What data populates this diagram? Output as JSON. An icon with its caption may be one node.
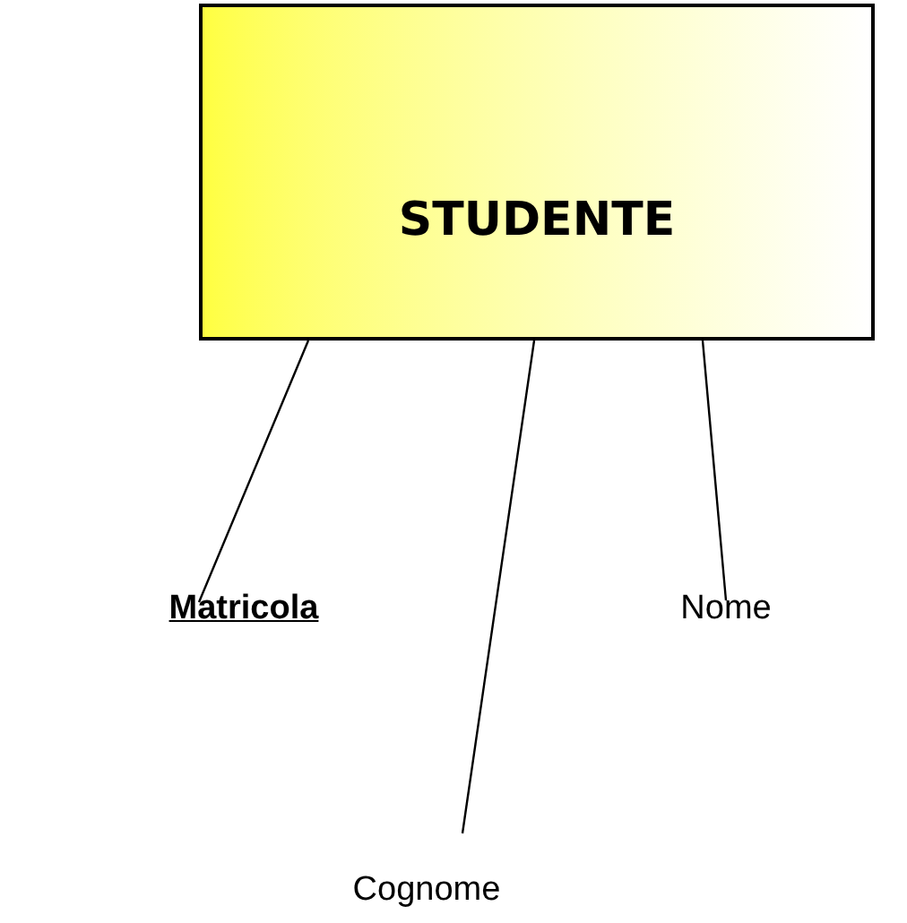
{
  "diagram": {
    "nodes": [
      {
        "text": [
          "STUDENTE"
        ]
      },
      {
        "text": [
          "Matricola"
        ]
      },
      {
        "text": [
          "Cognome"
        ]
      },
      {
        "text": [
          "Nome"
        ]
      }
    ],
    "edges": [
      {
        "from": 0,
        "to": 1,
        "arrow": "none"
      },
      {
        "from": 0,
        "to": 2,
        "arrow": "none"
      },
      {
        "from": 0,
        "to": 3,
        "arrow": "none"
      }
    ]
  }
}
